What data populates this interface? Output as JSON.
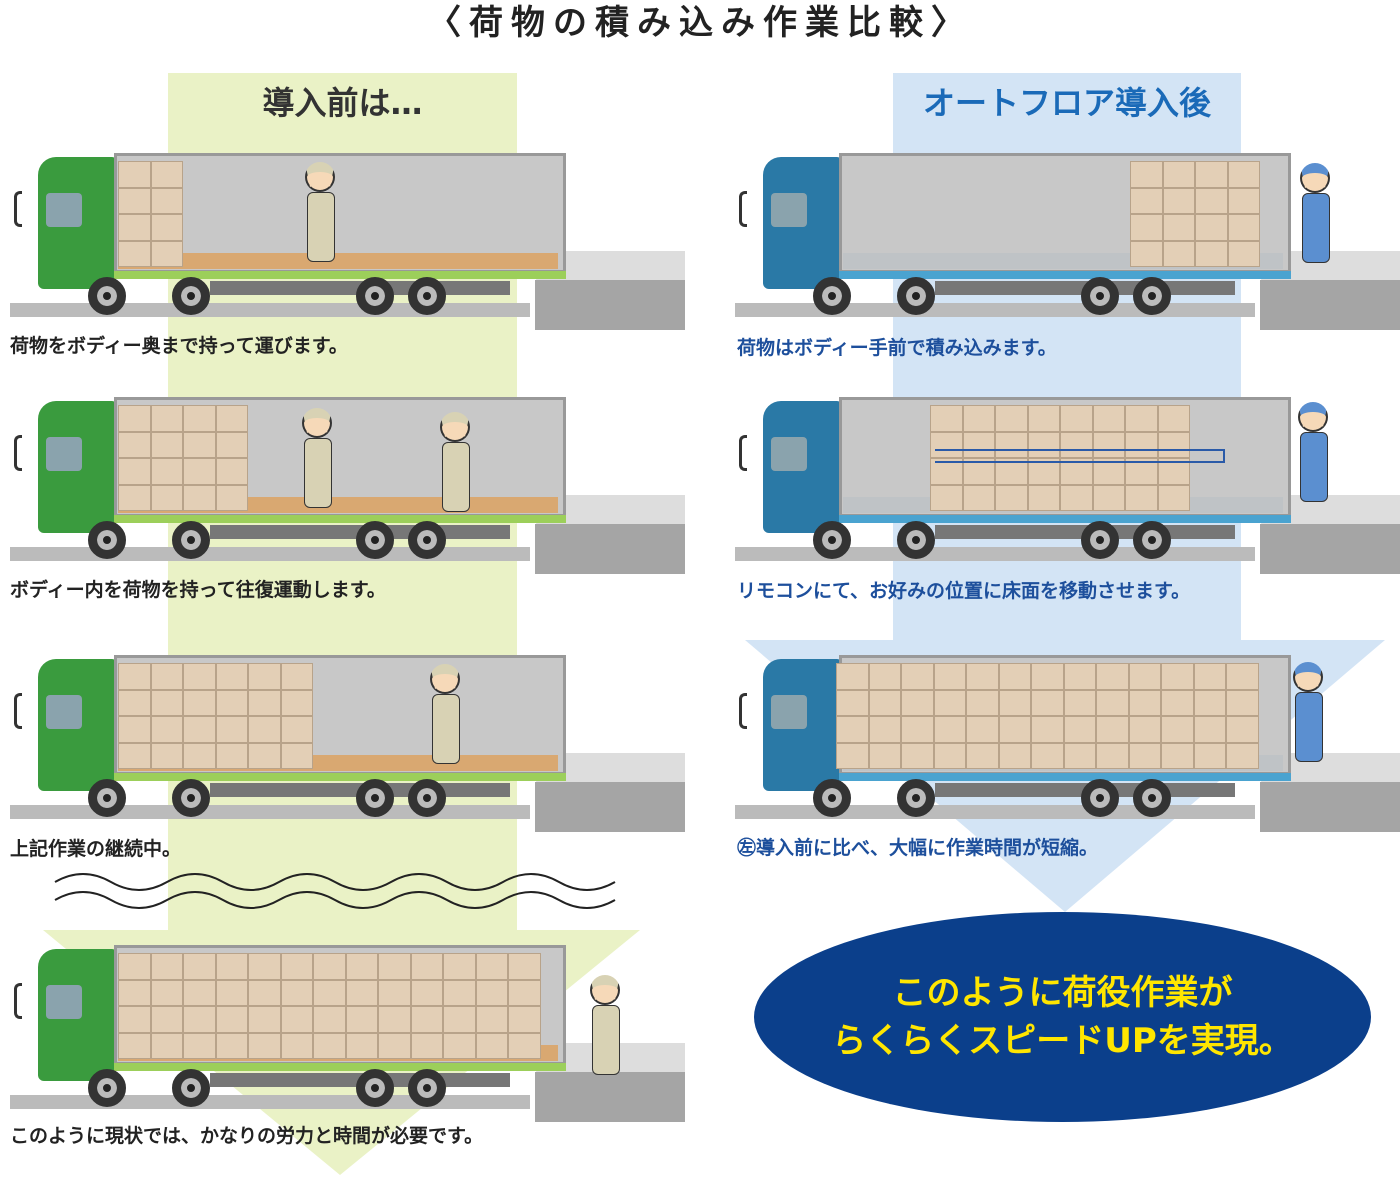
{
  "title": "〈荷物の積み込み作業比較〉",
  "left": {
    "heading": "導入前は…",
    "color": "#3a9b3e",
    "steps": [
      {
        "caption": "荷物をボディー奥まで持って運びます。",
        "box_columns": 2
      },
      {
        "caption": "ボディー内を荷物を持って往復運動します。",
        "box_columns": 4
      },
      {
        "caption": "上記作業の継続中。",
        "box_columns": 6
      },
      {
        "caption": "このように現状では、かなりの労力と時間が必要です。",
        "box_columns": 13
      }
    ]
  },
  "right": {
    "heading": "オートフロア導入後",
    "color": "#2a79a6",
    "steps": [
      {
        "caption": "荷物はボディー手前で積み込みます。",
        "box_columns": 4
      },
      {
        "caption": "リモコンにて、お好みの位置に床面を移動させます。",
        "box_columns": 8
      },
      {
        "caption": "㊧導入前に比べ、大幅に作業時間が短縮。",
        "box_columns": 13
      }
    ]
  },
  "conclusion": {
    "line1": "このように荷役作業が",
    "line2": "らくらくスピードUPを実現。"
  },
  "colors": {
    "band_left": "#eaf2c6",
    "band_right": "#d3e4f5",
    "ellipse": "#0b3f8b",
    "ellipse_text": "#ffe600",
    "heading_right": "#1a6ab8"
  }
}
